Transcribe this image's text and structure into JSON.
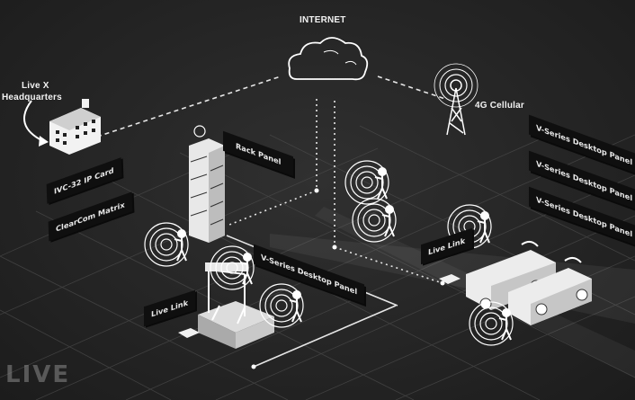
{
  "diagram": {
    "internet_label": "INTERNET",
    "hq_label_line1": "Live X",
    "hq_label_line2": "Headquarters",
    "cellular_label": "4G Cellular",
    "tags": {
      "ivc": "IVC-32 IP Card",
      "clearcom": "ClearCom Matrix",
      "rack": "Rack Panel",
      "vseries_1": "V-Series Desktop Panel",
      "vseries_2": "V-Series Desktop Panel",
      "vseries_3": "V-Series Desktop Panel",
      "vseries_stage": "V-Series Desktop Panel",
      "livelink_left": "Live Link",
      "livelink_right": "Live Link"
    },
    "watermark": "LIVE"
  },
  "colors": {
    "background": "#242424",
    "line": "#e6e6e6",
    "tag_bg": "#0f0f0f"
  }
}
